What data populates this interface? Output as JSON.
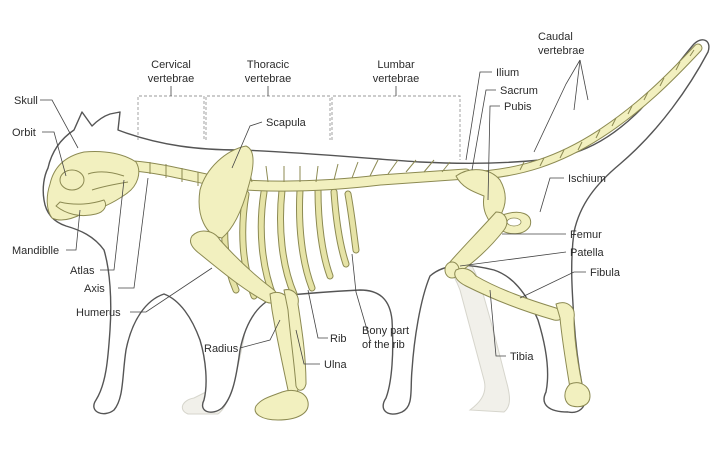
{
  "diagram": {
    "labels": {
      "skull": "Skull",
      "orbit": "Orbit",
      "mandible": "Mandiblle",
      "atlas": "Atlas",
      "axis": "Axis",
      "humerus": "Humerus",
      "radius": "Radius",
      "ulna": "Ulna",
      "rib": "Rib",
      "bony_rib_1": "Bony part",
      "bony_rib_2": "of the rib",
      "cervical_1": "Cervical",
      "cervical_2": "vertebrae",
      "thoracic_1": "Thoracic",
      "thoracic_2": "vertebrae",
      "lumbar_1": "Lumbar",
      "lumbar_2": "vertebrae",
      "scapula": "Scapula",
      "ilium": "Ilium",
      "sacrum": "Sacrum",
      "pubis": "Pubis",
      "caudal_1": "Caudal",
      "caudal_2": "vertebrae",
      "ischium": "Ischium",
      "femur": "Femur",
      "patella": "Patella",
      "fibula": "Fibula",
      "tibia": "Tibia"
    },
    "colors": {
      "bone_fill": "#f2f0bf",
      "bone_stroke": "#8c8a52",
      "outline": "#555555",
      "label": "#2b2b2b"
    }
  }
}
